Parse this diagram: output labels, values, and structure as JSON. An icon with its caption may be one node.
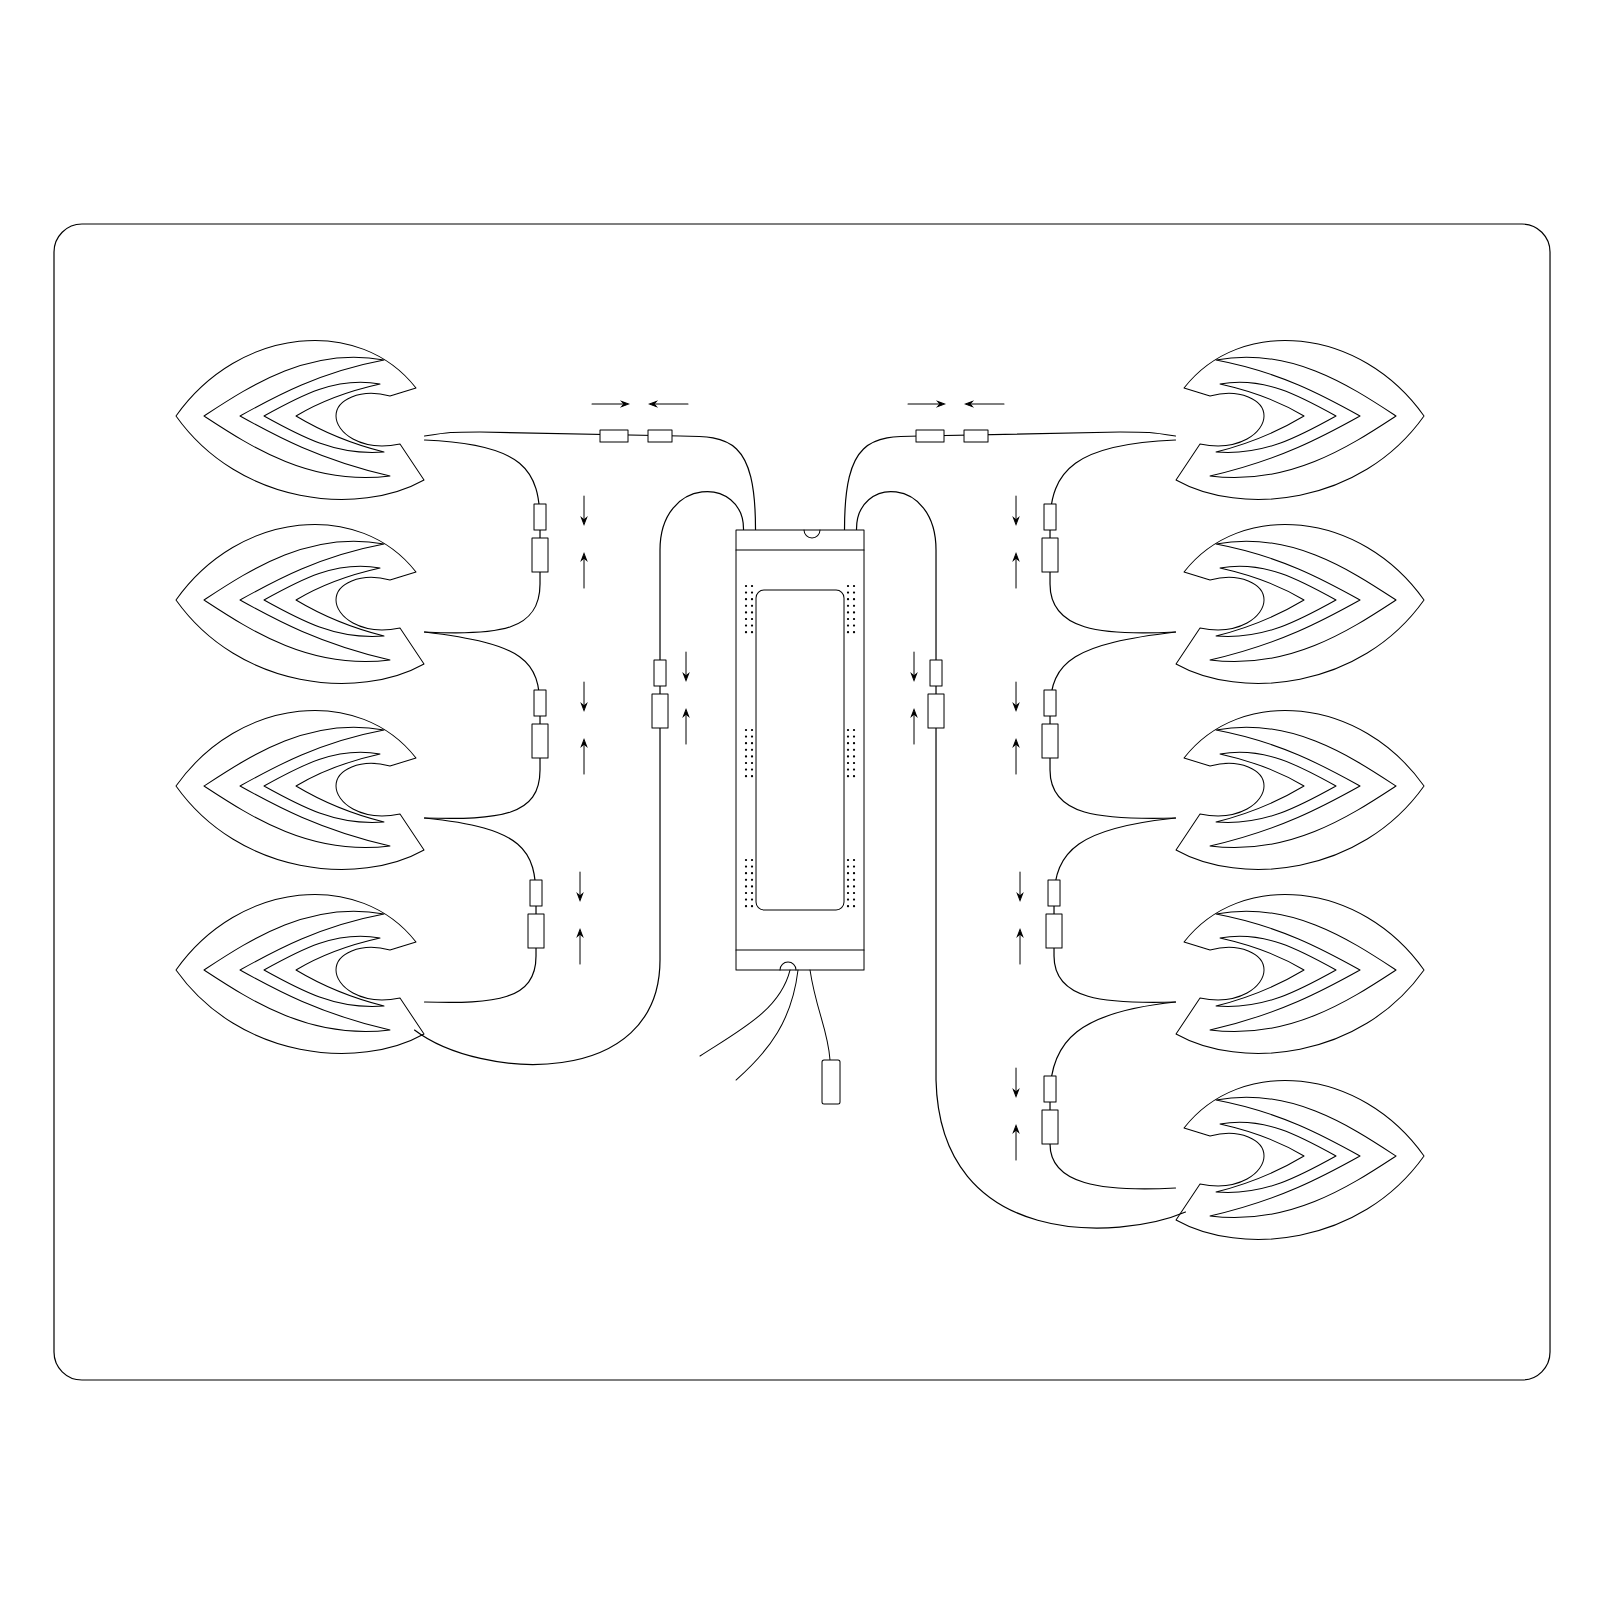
{
  "diagram": {
    "nodes": [
      {
        "text": [],
        "shape": "box"
      },
      {
        "text": [],
        "shape": "leaf"
      },
      {
        "text": [],
        "shape": "leaf"
      },
      {
        "text": [],
        "shape": "leaf"
      },
      {
        "text": [],
        "shape": "leaf"
      },
      {
        "text": [],
        "shape": "leaf"
      },
      {
        "text": [],
        "shape": "leaf"
      },
      {
        "text": [],
        "shape": "leaf"
      },
      {
        "text": [],
        "shape": "leaf"
      },
      {
        "text": [],
        "shape": "leaf"
      }
    ],
    "edges": [
      {
        "from": 0,
        "to": 1,
        "arrow": "none"
      },
      {
        "from": 1,
        "to": 2,
        "arrow": "none"
      },
      {
        "from": 2,
        "to": 3,
        "arrow": "none"
      },
      {
        "from": 3,
        "to": 4,
        "arrow": "none"
      },
      {
        "from": 0,
        "to": 4,
        "arrow": "none"
      },
      {
        "from": 0,
        "to": 5,
        "arrow": "none"
      },
      {
        "from": 5,
        "to": 6,
        "arrow": "none"
      },
      {
        "from": 6,
        "to": 7,
        "arrow": "none"
      },
      {
        "from": 7,
        "to": 8,
        "arrow": "none"
      },
      {
        "from": 8,
        "to": 9,
        "arrow": "none"
      },
      {
        "from": 0,
        "to": 9,
        "arrow": "none"
      }
    ]
  }
}
